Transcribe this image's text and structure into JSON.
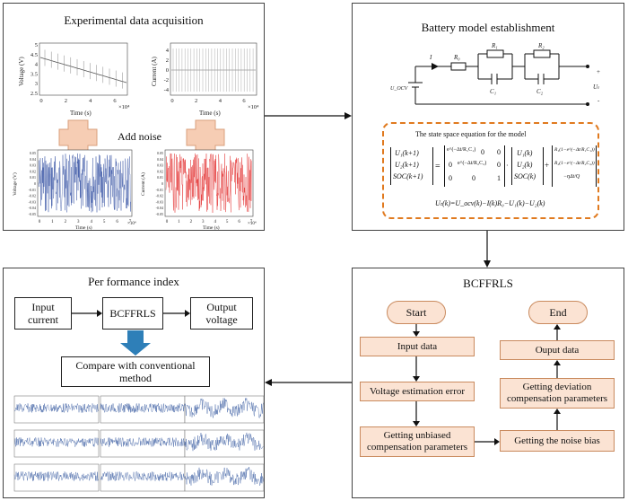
{
  "panels": {
    "acquisition": {
      "title": "Experimental data acquisition",
      "voltage_ylabel": "Voltage (V)",
      "current_ylabel": "Current (A)",
      "time_xlabel": "Time (s)",
      "exp_label": "×10⁴",
      "add_noise": "Add noise",
      "voltage_yticks": [
        "5",
        "4.5",
        "4",
        "3.5",
        "3",
        "2.5"
      ],
      "current_yticks": [
        "4",
        "2",
        "0",
        "-2",
        "-4"
      ],
      "time_xticks": [
        "0",
        "2",
        "4",
        "6"
      ],
      "noise_yticks": [
        "0.05",
        "0.04",
        "0.03",
        "0.02",
        "0.01",
        "0",
        "-0.01",
        "-0.02",
        "-0.03",
        "-0.04",
        "-0.05"
      ],
      "noise_xticks": [
        "0",
        "1",
        "2",
        "3",
        "4",
        "5",
        "6",
        "7"
      ],
      "noise_voltage_ylabel": "Voltage (V)",
      "noise_current_ylabel": "Current (A)",
      "noise_xlabel": "Time (s)",
      "noise_exp_label": "×10⁴",
      "voltage_noise_color": "#1f3f9a",
      "current_noise_color": "#e01818"
    },
    "battery": {
      "title": "Battery model establishment",
      "labels": {
        "I": "I",
        "R0": "R₀",
        "R1": "R₁",
        "R2": "R₂",
        "C1": "C₁",
        "C2": "C₂",
        "Uocv": "U_OCV",
        "Ut": "Uₜ",
        "plus": "+",
        "minus": "-"
      },
      "equation_title": "The state space equation for the model",
      "equation_line": "Uₜ(k)=U_ocv(k)−I(k)R₀−U₁(k)−U₂(k)",
      "state_vec": [
        "U₁(k+1)",
        "U₂(k+1)",
        "SOC(k+1)"
      ],
      "state_vec_k": [
        "U₁(k)",
        "U₂(k)",
        "SOC(k)"
      ],
      "matrix_row1": [
        "e^(−Δt/R₁C₁)",
        "0",
        "0"
      ],
      "matrix_row2": [
        "0",
        "e^(−Δt/R₂C₂)",
        "0"
      ],
      "matrix_row3": [
        "0",
        "0",
        "1"
      ],
      "input_row1": "R₁(1−e^(−Δt/R₁C₁))",
      "input_row2": "R₂(1−e^(−Δt/R₂C₂))",
      "input_row3": "−ηΔt/Q",
      "border_color": "#e07a1f"
    },
    "bcffrls": {
      "title": "BCFFRLS",
      "start": "Start",
      "end": "End",
      "input_data": "Input data",
      "voltage_error": "Voltage estimation error",
      "unbiased": "Getting unbiased compensation parameters",
      "noise_bias": "Getting the noise bias",
      "deviation": "Getting deviation compensation parameters",
      "output_data": "Ouput data",
      "box_fill": "#fbe3d3",
      "box_border": "#c98a5e"
    },
    "performance": {
      "title": "Per formance index",
      "input_current": "Input current",
      "algo": "BCFFRLS",
      "output_voltage": "Output voltage",
      "compare": "Compare with conventional method",
      "arrow_color": "#2e7fb8"
    }
  }
}
